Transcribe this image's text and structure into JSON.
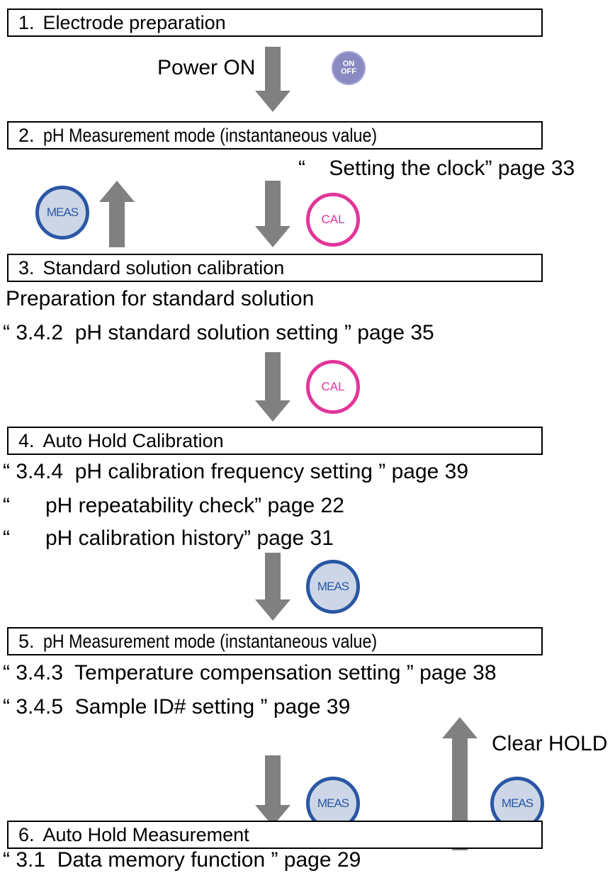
{
  "steps": [
    {
      "num": "1.",
      "label": "Electrode preparation"
    },
    {
      "num": "2.",
      "label": "pH Measurement mode (instantaneous value)"
    },
    {
      "num": "3.",
      "label": "Standard solution calibration"
    },
    {
      "num": "4.",
      "label": "Auto Hold Calibration"
    },
    {
      "num": "5.",
      "label": "pH Measurement mode (instantaneous value)"
    },
    {
      "num": "6.",
      "label": "Auto Hold Measurement"
    }
  ],
  "transitions": {
    "power_on": "Power ON",
    "clear_hold": "Clear HOLD"
  },
  "keys": {
    "onoff": "ON\nOFF",
    "cal": "CAL",
    "meas": "MEAS"
  },
  "notes": {
    "setting_clock": "“    Setting the clock” page 33",
    "prep_standard": "Preparation for standard solution",
    "ph_standard_setting": "“ 3.4.2  pH standard solution setting ” page 35",
    "cal_frequency": "“ 3.4.4  pH calibration frequency setting ” page 39",
    "repeatability": "“      pH repeatability check” page 22",
    "cal_history": "“      pH calibration history” page 31",
    "temp_comp": "“ 3.4.3  Temperature compensation setting ” page 38",
    "sample_id": "“ 3.4.5  Sample ID# setting ” page 39",
    "data_memory": "“ 3.1  Data memory function ” page 29"
  },
  "colors": {
    "arrow": "#808080",
    "cal_key": "#e3359a",
    "meas_key": "#2a57a4",
    "onoff_key": "#8b89c2"
  }
}
